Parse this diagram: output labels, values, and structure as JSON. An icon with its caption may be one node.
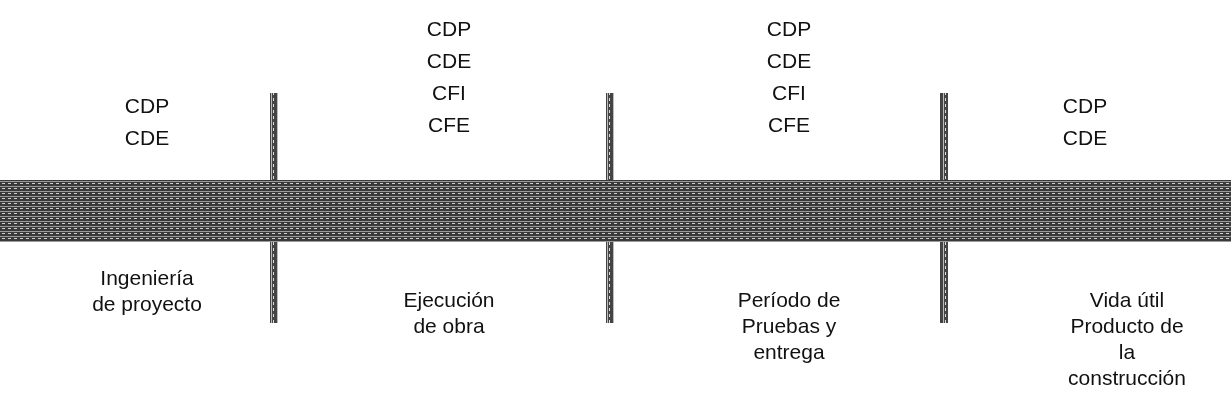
{
  "diagram": {
    "labels": [
      "CDP",
      "CDE",
      "CDP",
      "CDE",
      "CFI",
      "CFE",
      "CDP",
      "CDE",
      "CFI",
      "CFE",
      "CDP",
      "CDE",
      "Ingeniería de proyecto",
      "Ejecución de obra",
      "Período de Pruebas y entrega",
      "Vida útil Producto de la construcción"
    ]
  }
}
